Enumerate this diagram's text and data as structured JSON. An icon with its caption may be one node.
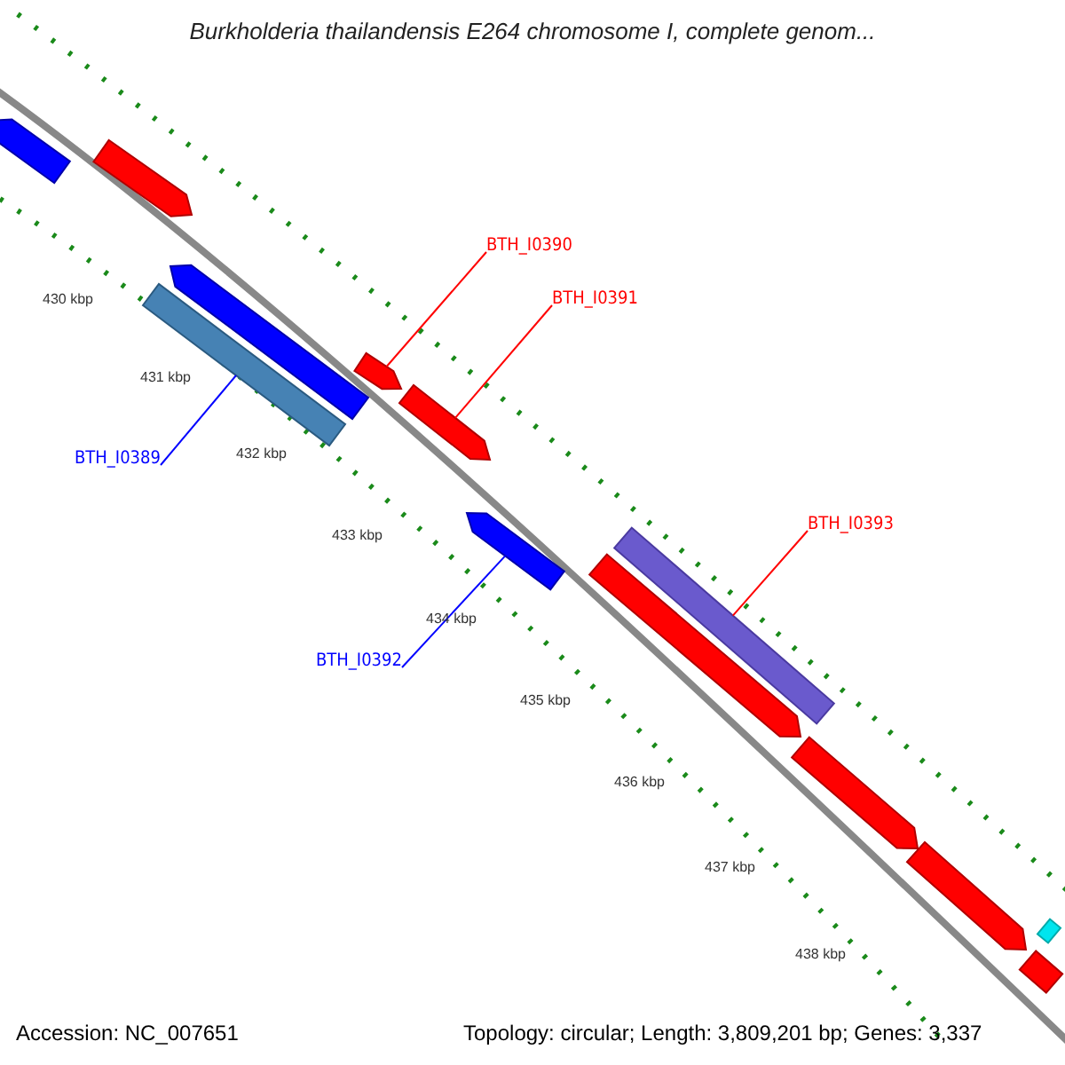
{
  "diagram": {
    "title": "Burkholderia thailandensis E264 chromosome I, complete genom...",
    "nodes": [
      {
        "text": [],
        "shape": "arrow"
      },
      {
        "text": [],
        "shape": "arrow"
      },
      {
        "text": [],
        "shape": "arrow"
      },
      {
        "text": [],
        "shape": "bar"
      },
      {
        "text": [],
        "shape": "arrow"
      },
      {
        "text": [],
        "shape": "arrow"
      },
      {
        "text": [],
        "shape": "arrow"
      },
      {
        "text": [],
        "shape": "bar"
      },
      {
        "text": [],
        "shape": "arrow"
      },
      {
        "text": [],
        "shape": "arrow"
      },
      {
        "text": [],
        "shape": "arrow"
      },
      {
        "text": [],
        "shape": "bar"
      },
      {
        "text": [],
        "shape": "bar"
      },
      {
        "text": [
          "BTH_I0389"
        ]
      },
      {
        "text": [
          "BTH_I0390"
        ]
      },
      {
        "text": [
          "BTH_I0391"
        ]
      },
      {
        "text": [
          "BTH_I0392"
        ]
      },
      {
        "text": [
          "BTH_I0393"
        ]
      }
    ],
    "edges": [
      {
        "from": 13,
        "to": 3,
        "arrow": "none",
        "color": "#0000ff"
      },
      {
        "from": 14,
        "to": 4,
        "arrow": "none"
      },
      {
        "from": 15,
        "to": 5,
        "arrow": "none"
      },
      {
        "from": 16,
        "to": 6,
        "arrow": "none",
        "color": "#0000ff"
      },
      {
        "from": 17,
        "to": 7,
        "arrow": "none"
      }
    ],
    "labels": [
      "430 kbp",
      "431 kbp",
      "432 kbp",
      "433 kbp",
      "434 kbp",
      "435 kbp",
      "436 kbp",
      "437 kbp",
      "438 kbp",
      "Accession: NC_007651",
      "Topology: circular; Length: 3,809,201 bp; Genes: 3,337"
    ]
  }
}
